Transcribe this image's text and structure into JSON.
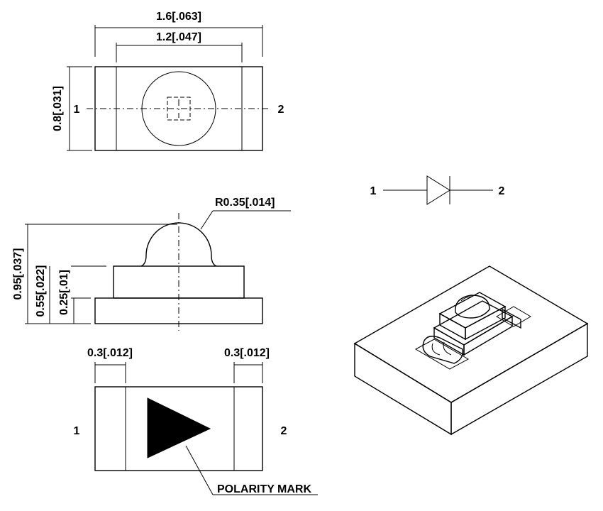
{
  "top_view": {
    "overall_width": "1.6[.063]",
    "inner_width": "1.2[.047]",
    "height": "0.8[.031]",
    "pin_left": "1",
    "pin_right": "2"
  },
  "side_view": {
    "radius": "R0.35[.014]",
    "total_height": "0.95[.037]",
    "base_height": "0.55[.022]",
    "substrate_height": "0.25[.01]"
  },
  "schematic": {
    "pin_left": "1",
    "pin_right": "2"
  },
  "bottom_view": {
    "left_pad": "0.3[.012]",
    "right_pad": "0.3[.012]",
    "pin_left": "1",
    "pin_right": "2",
    "polarity_label": "POLARITY MARK"
  }
}
